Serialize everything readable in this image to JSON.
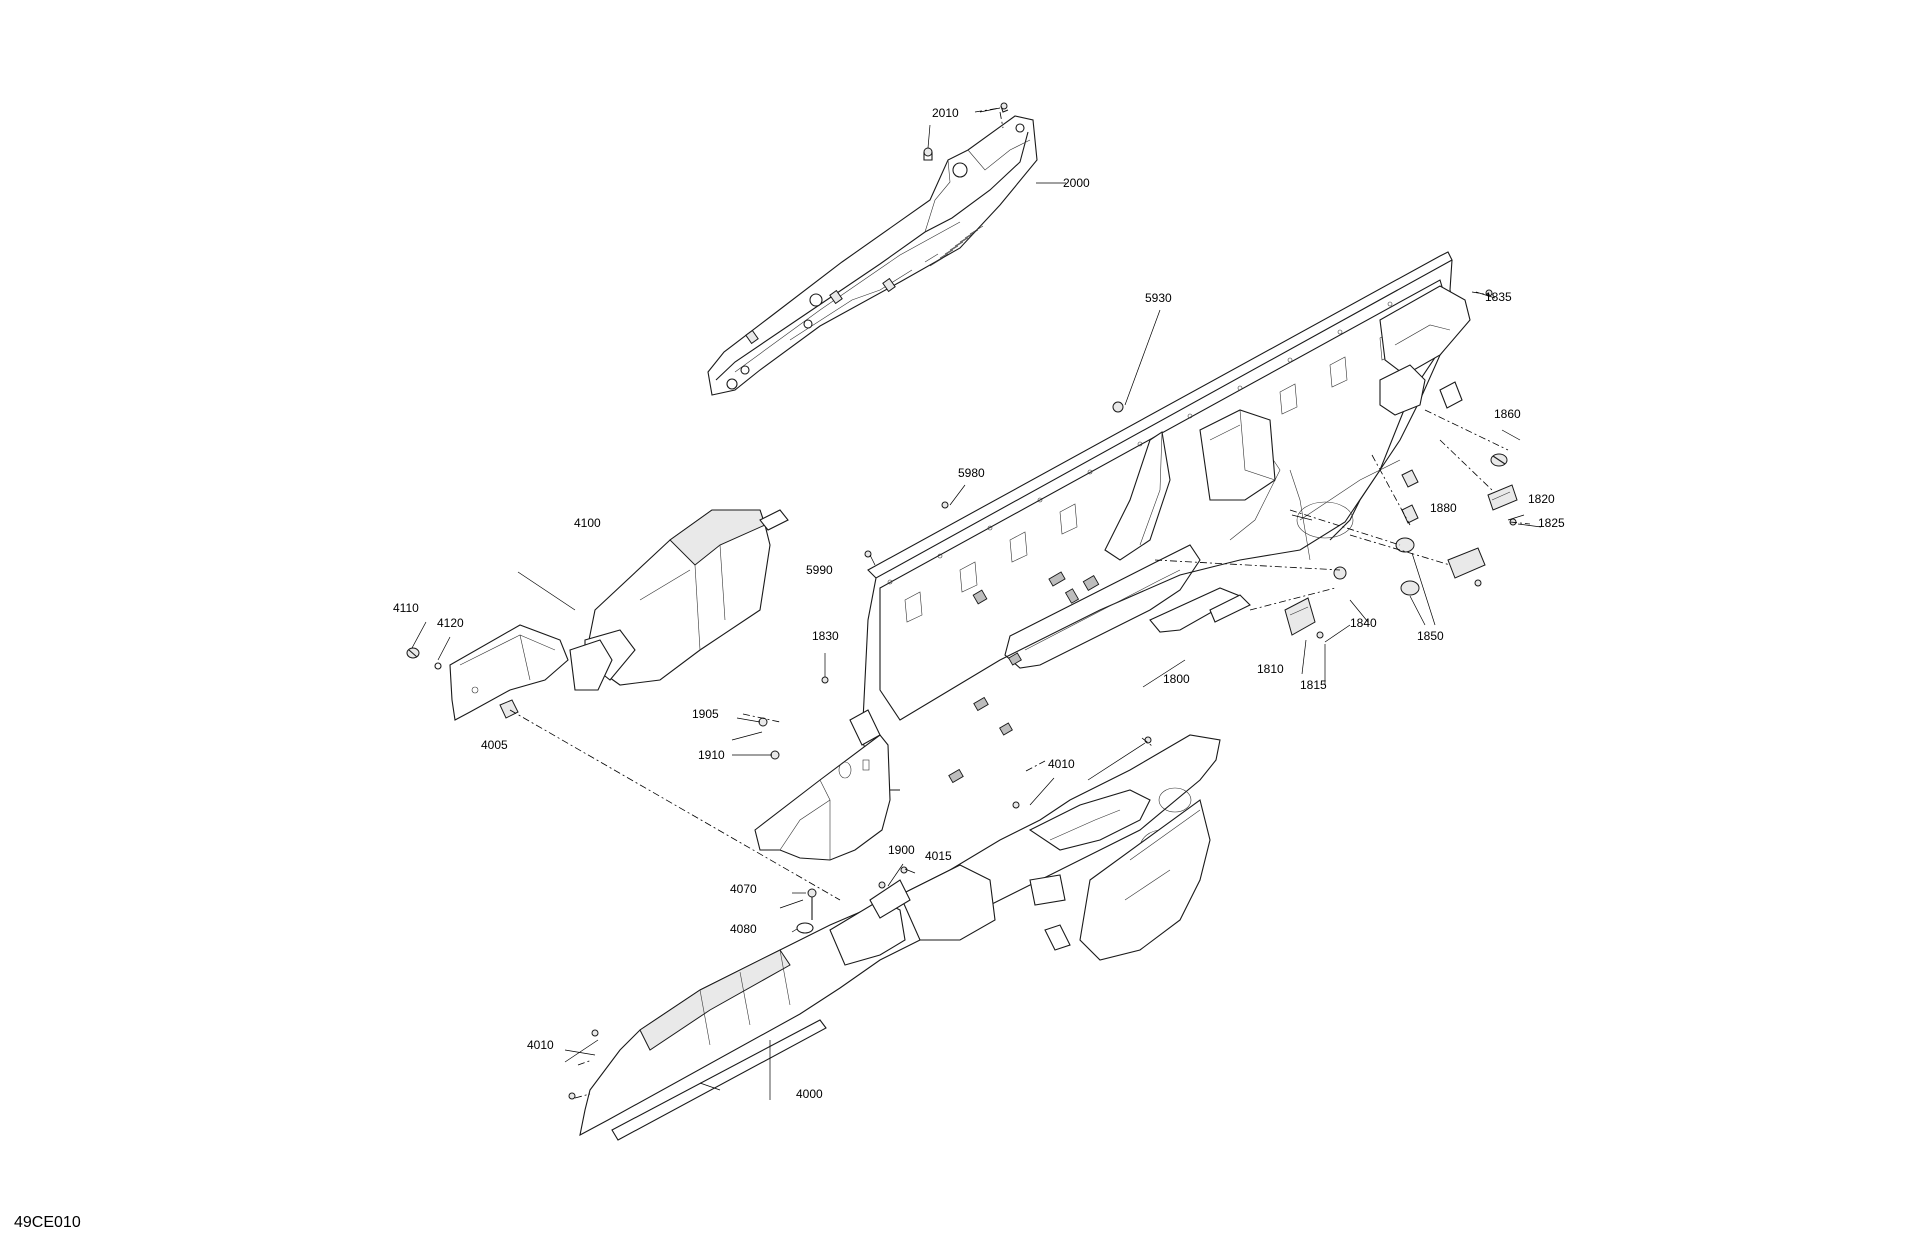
{
  "drawing_code": "49CE010",
  "parts": {
    "p2010": "2010",
    "p2000": "2000",
    "p1835": "1835",
    "p5930": "5930",
    "p1860": "1860",
    "p5980": "5980",
    "p1820": "1820",
    "p1880": "1880",
    "p1825": "1825",
    "p4100": "4100",
    "p5990": "5990",
    "p1840": "1840",
    "p1850": "1850",
    "p4110": "4110",
    "p4120": "4120",
    "p1830": "1830",
    "p1810": "1810",
    "p1815": "1815",
    "p1800": "1800",
    "p1905": "1905",
    "p4005": "4005",
    "p1910": "1910",
    "p4010a": "4010",
    "p1900": "1900",
    "p4015": "4015",
    "p4070": "4070",
    "p4080": "4080",
    "p4010b": "4010",
    "p4000": "4000"
  }
}
